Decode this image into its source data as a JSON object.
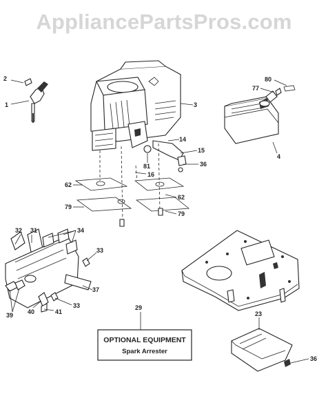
{
  "watermark": "AppliancePartsPros.com",
  "callouts": {
    "c1": "1",
    "c2": "2",
    "c3": "3",
    "c4": "4",
    "c14": "14",
    "c15": "15",
    "c16": "16",
    "c23": "23",
    "c29": "29",
    "c31": "31",
    "c32": "32",
    "c33a": "33",
    "c33b": "33",
    "c34": "34",
    "c36a": "36",
    "c36b": "36",
    "c37": "37",
    "c39": "39",
    "c40": "40",
    "c41": "41",
    "c62a": "62",
    "c62b": "62",
    "c77": "77",
    "c79a": "79",
    "c79b": "79",
    "c80": "80",
    "c81": "81"
  },
  "optional_box": {
    "title": "OPTIONAL EQUIPMENT",
    "subtitle": "Spark Arrester"
  }
}
